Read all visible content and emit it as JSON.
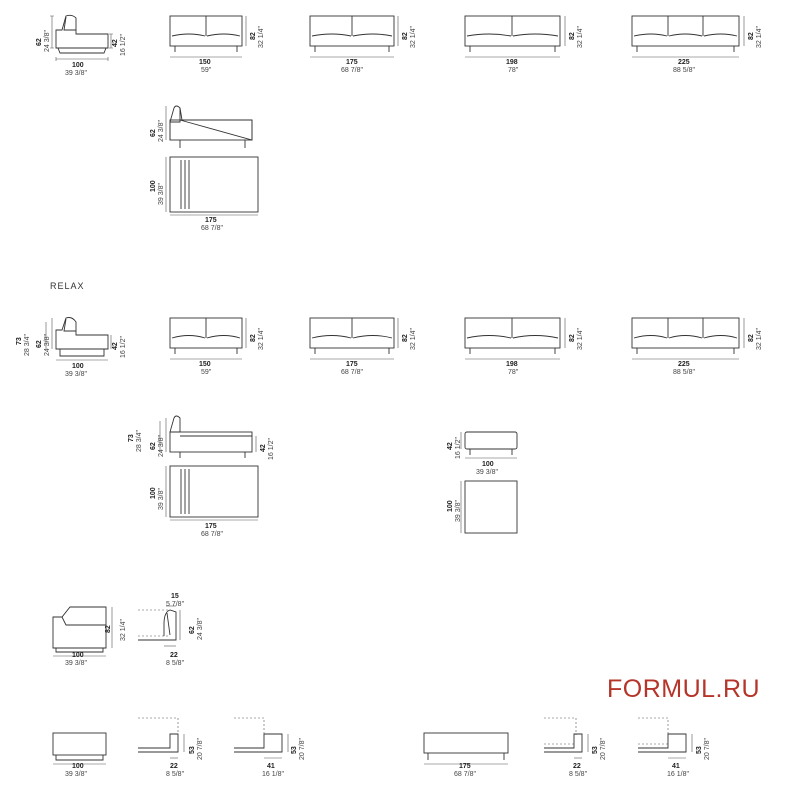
{
  "section_label": "RELAX",
  "brand": "FORMUL.RU",
  "dims": {
    "w100": {
      "cm": "100",
      "in": "39 3/8\""
    },
    "w150": {
      "cm": "150",
      "in": "59\""
    },
    "w175": {
      "cm": "175",
      "in": "68 7/8\""
    },
    "w198": {
      "cm": "198",
      "in": "78\""
    },
    "w225": {
      "cm": "225",
      "in": "88 5/8\""
    },
    "w22": {
      "cm": "22",
      "in": "8 5/8\""
    },
    "w41": {
      "cm": "41",
      "in": "16 1/8\""
    },
    "w15": {
      "cm": "15",
      "in": "5 7/8\""
    },
    "h82": {
      "cm": "82",
      "in": "32 1/4\""
    },
    "h62": {
      "cm": "62",
      "in": "24 3/8\""
    },
    "h42": {
      "cm": "42",
      "in": "16 1/2\""
    },
    "h73": {
      "cm": "73",
      "in": "28 3/4\""
    },
    "h100": {
      "cm": "100",
      "in": "39 3/8\""
    },
    "h53": {
      "cm": "53",
      "in": "20 7/8\""
    }
  }
}
